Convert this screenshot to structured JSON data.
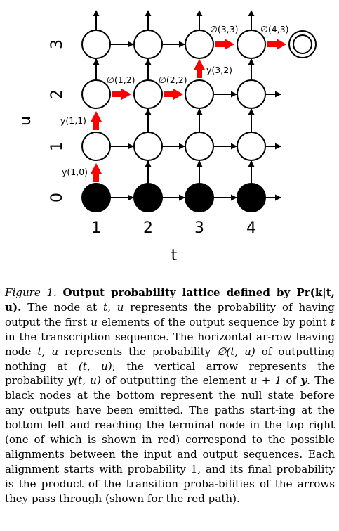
{
  "figure": {
    "x_label": "t",
    "y_label": "u",
    "x_ticks": [
      "1",
      "2",
      "3",
      "4"
    ],
    "y_ticks": [
      "0",
      "1",
      "2",
      "3"
    ],
    "edge_labels": {
      "y10": "y(1,0)",
      "y11": "y(1,1)",
      "n12": "∅(1,2)",
      "n22": "∅(2,2)",
      "y32": "y(3,2)",
      "n33": "∅(3,3)",
      "n43": "∅(4,3)"
    },
    "colors": {
      "path": "#ff0000",
      "node_fill": "#ffffff",
      "null_node": "#000000",
      "edge": "#000000"
    }
  },
  "caption": {
    "label": "Figure 1.",
    "title_text": "Output probability lattice defined by",
    "title_math": "Pr(k|t, u).",
    "s1": "The node at",
    "m1": "t, u",
    "s2": "represents the probability of having output the first",
    "m2": "u",
    "s3": "elements of the output sequence by point",
    "m3": "t",
    "s4": "in the transcription sequence. The horizontal ar-row leaving node",
    "m4": "t, u",
    "s5": "represents the probability",
    "m5": "∅(t, u)",
    "s6": "of outputting nothing at",
    "m6": "(t, u)",
    "s7": "; the vertical arrow represents the probability",
    "m7": "y(t, u)",
    "s8": "of outputting the element",
    "m8": "u + 1",
    "s9": "of",
    "m9": "y",
    "s10": ". The black nodes at the bottom represent the null state before any outputs have been emitted. The paths start-ing at the bottom left and reaching the terminal node in the top right (one of which is shown in red) correspond to the possible alignments between the input and output sequences. Each alignment starts with probability 1, and its final probability is the product of the transition proba-bilities of the arrows they pass through (shown for the red path)."
  }
}
